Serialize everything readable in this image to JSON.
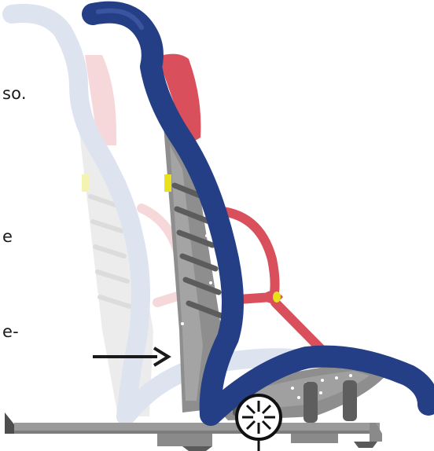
{
  "text_fragments": {
    "line1": "so.",
    "line2": "e",
    "line3": "e-"
  },
  "colors": {
    "frame_blue": "#253f87",
    "frame_ghost": "#dde4ef",
    "strap_red": "#d94f5c",
    "strap_ghost": "#f6d8db",
    "shell_grey": "#8e8e8e",
    "shell_ghost": "#ececec",
    "buckle_yellow": "#e9e21b",
    "base_grey": "#8a8a8a",
    "arrow_black": "#1a1a1a"
  },
  "icons": {
    "arrow": "arrow-right-icon",
    "pivot": "pivot-wheel-icon"
  }
}
